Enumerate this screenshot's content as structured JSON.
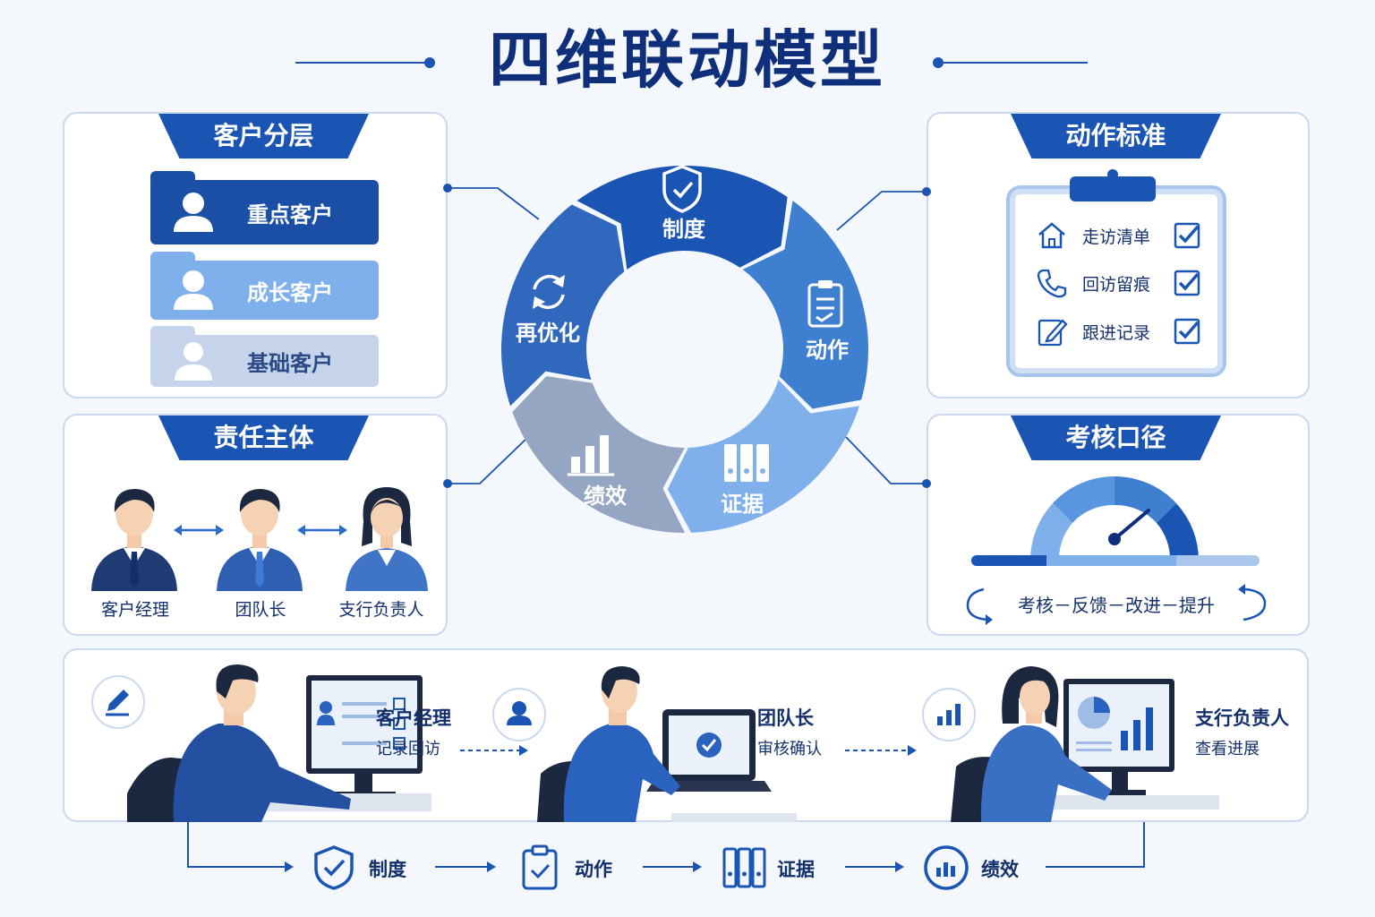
{
  "title": "四维联动模型",
  "customer_tiers": {
    "header": "客户分层",
    "tiers": [
      "重点客户",
      "成长客户",
      "基础客户"
    ]
  },
  "responsible": {
    "header": "责任主体",
    "roles": [
      "客户经理",
      "团队长",
      "支行负责人"
    ]
  },
  "action_standard": {
    "header": "动作标准",
    "items": [
      "走访清单",
      "回访留痕",
      "跟进记录"
    ]
  },
  "assessment": {
    "header": "考核口径",
    "cycle": "考核－反馈－改进－提升"
  },
  "cycle": {
    "segments": [
      "制度",
      "动作",
      "证据",
      "绩效",
      "再优化"
    ]
  },
  "workflow": {
    "steps": [
      {
        "role": "客户经理",
        "action": "记录回访"
      },
      {
        "role": "团队长",
        "action": "审核确认"
      },
      {
        "role": "支行负责人",
        "action": "查看进展"
      }
    ]
  },
  "bottom_flow": [
    "制度",
    "动作",
    "证据",
    "绩效"
  ],
  "colors": {
    "navy": "#0f2f7a",
    "primary": "#1b55b3",
    "mid": "#3f7fd0",
    "light": "#7fb0ec",
    "pale": "#bfd1ea",
    "gray": "#94a6c2"
  }
}
